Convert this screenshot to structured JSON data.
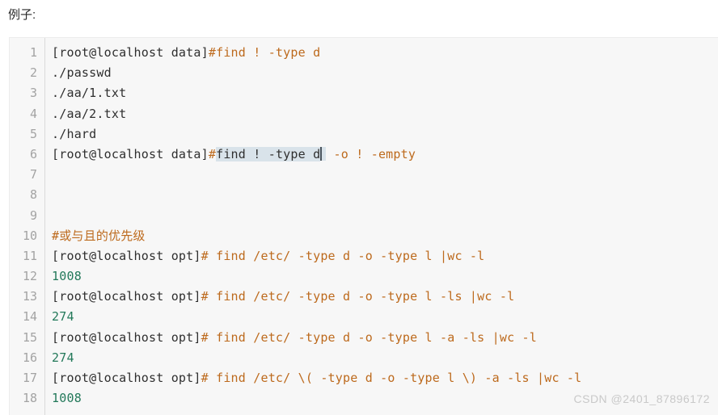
{
  "page": {
    "label": "例子:",
    "watermark": "CSDN @2401_87896172"
  },
  "colors": {
    "label_text": "#2a2a2a",
    "code_background": "#f7f7f7",
    "code_border": "#ececec",
    "gutter_separator": "#d9d9d9",
    "line_number": "#a3a3a3",
    "plain_text": "#2f2f2f",
    "command_text": "#bd6a1d",
    "output_number_text": "#23795a",
    "selection_background": "#d9e3ea",
    "cursor_color": "#49535c",
    "watermark_text": "#c9c9c9"
  },
  "code_block": {
    "lines": [
      {
        "num": "1",
        "segments": [
          {
            "type": "plain",
            "text": "[root@localhost data]"
          },
          {
            "type": "command",
            "text": "#find ! -type d"
          }
        ]
      },
      {
        "num": "2",
        "segments": [
          {
            "type": "plain",
            "text": "./passwd"
          }
        ]
      },
      {
        "num": "3",
        "segments": [
          {
            "type": "plain",
            "text": "./aa/1.txt"
          }
        ]
      },
      {
        "num": "4",
        "segments": [
          {
            "type": "plain",
            "text": "./aa/2.txt"
          }
        ]
      },
      {
        "num": "5",
        "segments": [
          {
            "type": "plain",
            "text": "./hard"
          }
        ]
      },
      {
        "num": "6",
        "segments": [
          {
            "type": "plain",
            "text": "[root@localhost data]"
          },
          {
            "type": "command",
            "text": "#"
          },
          {
            "type": "selected",
            "text": "find ! -type d"
          },
          {
            "type": "cursor"
          },
          {
            "type": "command",
            "text": " -o ! -empty"
          }
        ]
      },
      {
        "num": "7",
        "segments": []
      },
      {
        "num": "8",
        "segments": []
      },
      {
        "num": "9",
        "segments": []
      },
      {
        "num": "10",
        "segments": [
          {
            "type": "command",
            "text": "#或与且的优先级"
          }
        ]
      },
      {
        "num": "11",
        "segments": [
          {
            "type": "plain",
            "text": "[root@localhost opt]"
          },
          {
            "type": "command",
            "text": "# find /etc/ -type d -o -type l |wc -l"
          }
        ]
      },
      {
        "num": "12",
        "segments": [
          {
            "type": "number",
            "text": "1008"
          }
        ]
      },
      {
        "num": "13",
        "segments": [
          {
            "type": "plain",
            "text": "[root@localhost opt]"
          },
          {
            "type": "command",
            "text": "# find /etc/ -type d -o -type l -ls |wc -l"
          }
        ]
      },
      {
        "num": "14",
        "segments": [
          {
            "type": "number",
            "text": "274"
          }
        ]
      },
      {
        "num": "15",
        "segments": [
          {
            "type": "plain",
            "text": "[root@localhost opt]"
          },
          {
            "type": "command",
            "text": "# find /etc/ -type d -o -type l -a -ls |wc -l"
          }
        ]
      },
      {
        "num": "16",
        "segments": [
          {
            "type": "number",
            "text": "274"
          }
        ]
      },
      {
        "num": "17",
        "segments": [
          {
            "type": "plain",
            "text": "[root@localhost opt]"
          },
          {
            "type": "command",
            "text": "# find /etc/ \\( -type d -o -type l \\) -a -ls |wc -l"
          }
        ]
      },
      {
        "num": "18",
        "segments": [
          {
            "type": "number",
            "text": "1008"
          }
        ]
      }
    ]
  }
}
